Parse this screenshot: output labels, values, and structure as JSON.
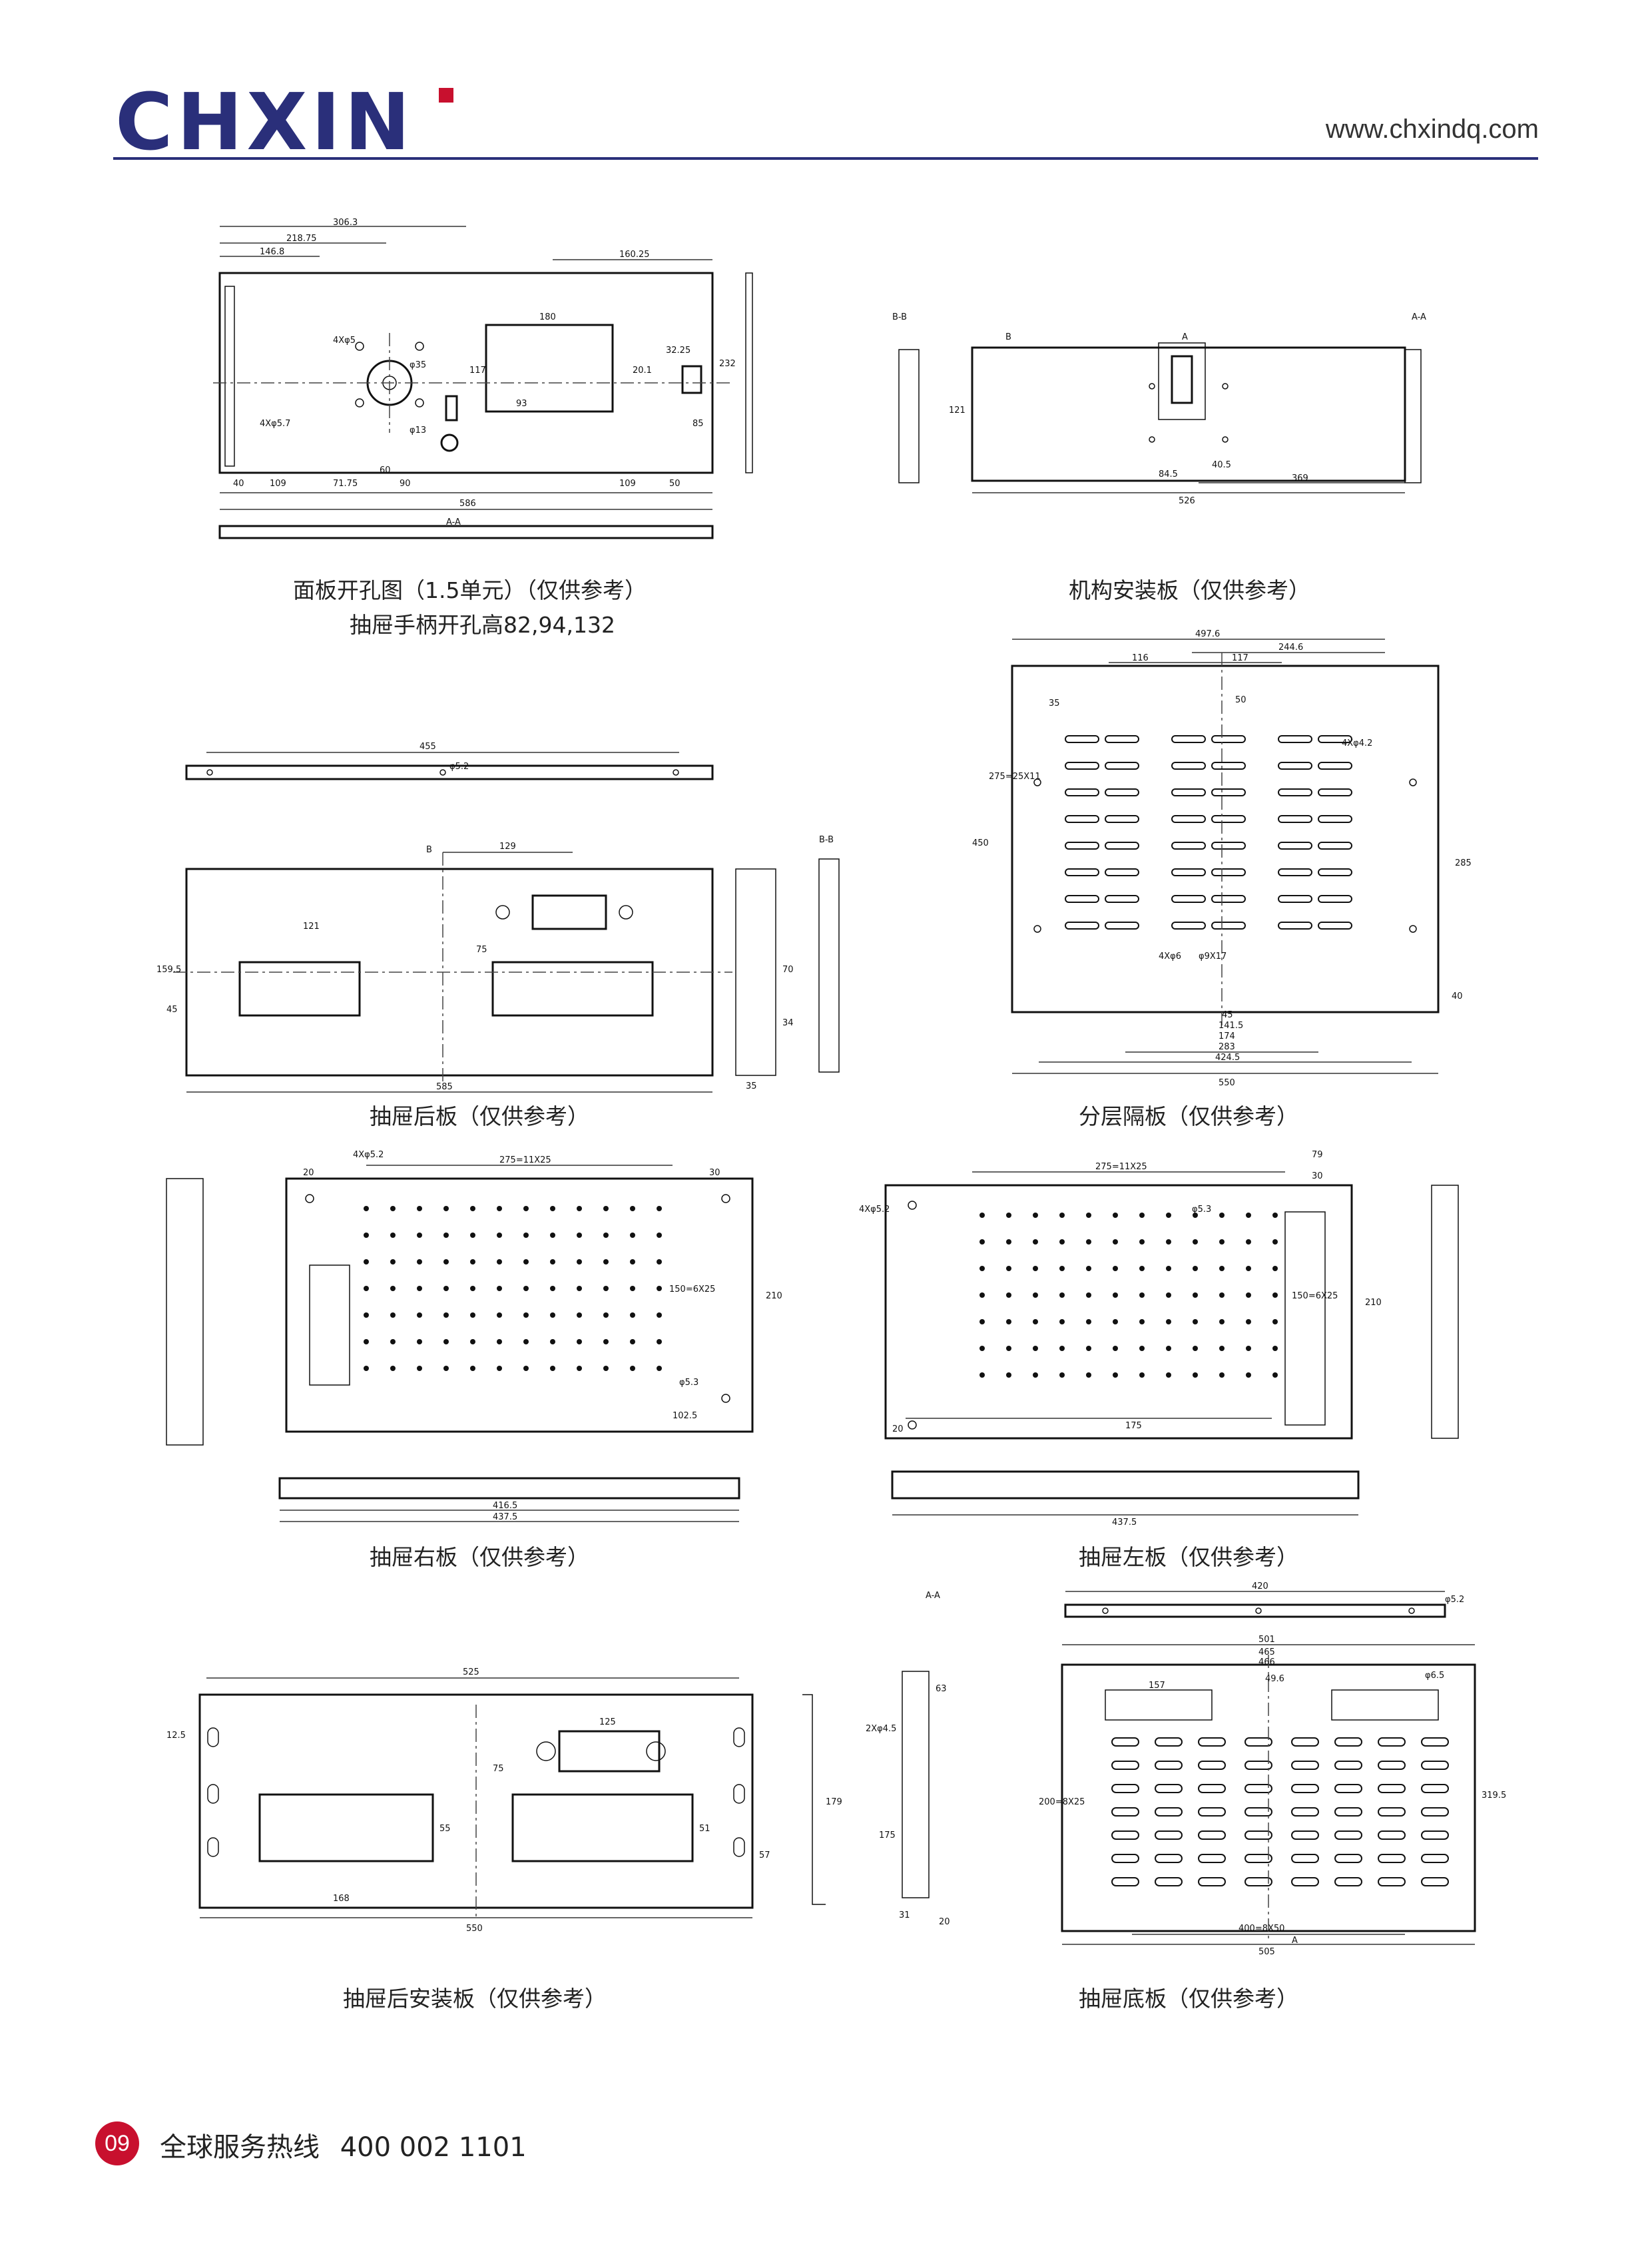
{
  "header": {
    "brand": "CHXIN",
    "website": "www.chxindq.com"
  },
  "captions": {
    "panel_cutout_line1": "面板开孔图（1.5单元）（仅供参考）",
    "panel_cutout_line2": "抽屉手柄开孔高82,94,132",
    "mechanism_plate": "机构安装板（仅供参考）",
    "drawer_back_plate": "抽屉后板（仅供参考）",
    "layer_partition": "分层隔板（仅供参考）",
    "drawer_right_plate": "抽屉右板（仅供参考）",
    "drawer_left_plate": "抽屉左板（仅供参考）",
    "drawer_rear_mount_plate": "抽屉后安装板（仅供参考）",
    "drawer_bottom_plate": "抽屉底板（仅供参考）"
  },
  "dims": {
    "panel": [
      "306.3",
      "218.75",
      "146.8",
      "160.25",
      "180",
      "117",
      "93",
      "586",
      "109",
      "50",
      "40",
      "109",
      "71.75",
      "60",
      "90",
      "32.25",
      "20.1",
      "232",
      "85",
      "A-A",
      "4Xφ5.7",
      "φ35",
      "φ13",
      "4Xφ5"
    ],
    "mechanism": [
      "526",
      "369",
      "121",
      "B",
      "A",
      "B-B",
      "A-A",
      "84.5",
      "40.5"
    ],
    "back_plate": [
      "455",
      "φ5.2",
      "129",
      "121",
      "585",
      "159.5",
      "75",
      "45",
      "B",
      "B-B",
      "70",
      "34",
      "35"
    ],
    "partition": [
      "497.6",
      "244.6",
      "116",
      "117",
      "35",
      "50",
      "450",
      "275=25X11",
      "285",
      "550",
      "424.5",
      "283",
      "174",
      "141.5",
      "45",
      "40",
      "4Xφ4.2",
      "4Xφ6",
      "φ9X17"
    ],
    "right_plate": [
      "275=11X25",
      "150=6X25",
      "210",
      "416.5",
      "437.5",
      "102.5",
      "4Xφ5.2",
      "φ5.3",
      "20",
      "30"
    ],
    "left_plate": [
      "275=11X25",
      "150=6X25",
      "210",
      "175",
      "437.5",
      "79",
      "30",
      "20",
      "φ5.3",
      "4Xφ5.2"
    ],
    "rear_mount": [
      "525",
      "550",
      "125",
      "168",
      "75",
      "55",
      "51",
      "57",
      "179",
      "12.5",
      "A-A",
      "2Xφ4.5",
      "175",
      "63",
      "31",
      "20"
    ],
    "bottom": [
      "420",
      "φ5.2",
      "501",
      "465",
      "466",
      "49.6",
      "157",
      "319.5",
      "200=8X25",
      "400=8X50",
      "φ6.5",
      "A",
      "505"
    ]
  },
  "footer": {
    "page_number": "09",
    "hotline_label": "全球服务热线",
    "hotline_number": "400 002 1101"
  }
}
